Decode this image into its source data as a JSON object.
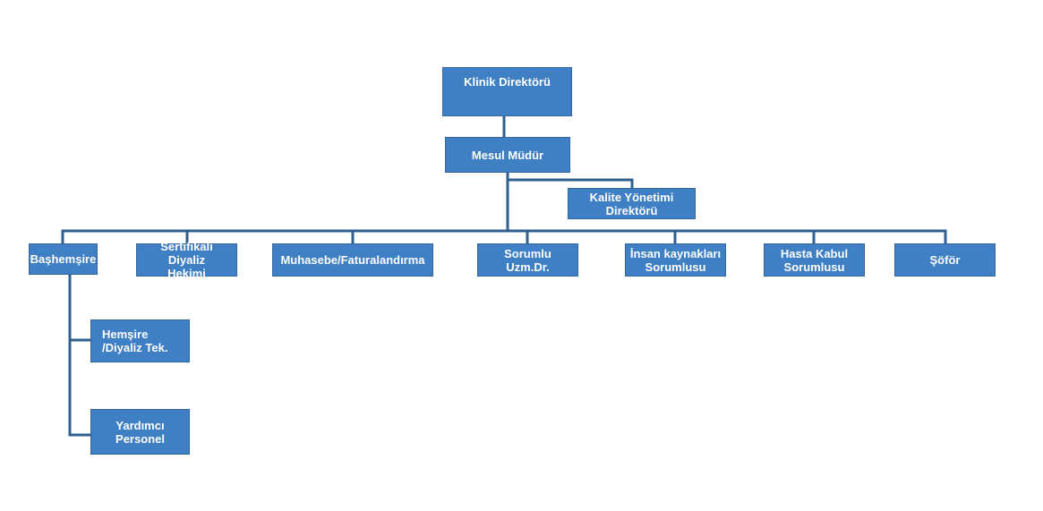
{
  "org_chart": {
    "root": {
      "label": "Klinik Direktörü"
    },
    "manager": {
      "label": "Mesul Müdür"
    },
    "assistant": {
      "label": "Kalite Yönetimi\nDirektörü"
    },
    "units": [
      {
        "label": "Başhemşire"
      },
      {
        "label": "Sertifikalı Diyaliz\nHekimi"
      },
      {
        "label": "Muhasebe/Faturalandırma"
      },
      {
        "label": "Sorumlu Uzm.Dr."
      },
      {
        "label": "İnsan kaynakları\nSorumlusu"
      },
      {
        "label": "Hasta Kabul\nSorumlusu"
      },
      {
        "label": "Şöför"
      }
    ],
    "nurse_team": [
      {
        "label": "Hemşire\n/Diyaliz Tek."
      },
      {
        "label": "Yardımcı\nPersonel"
      }
    ]
  }
}
